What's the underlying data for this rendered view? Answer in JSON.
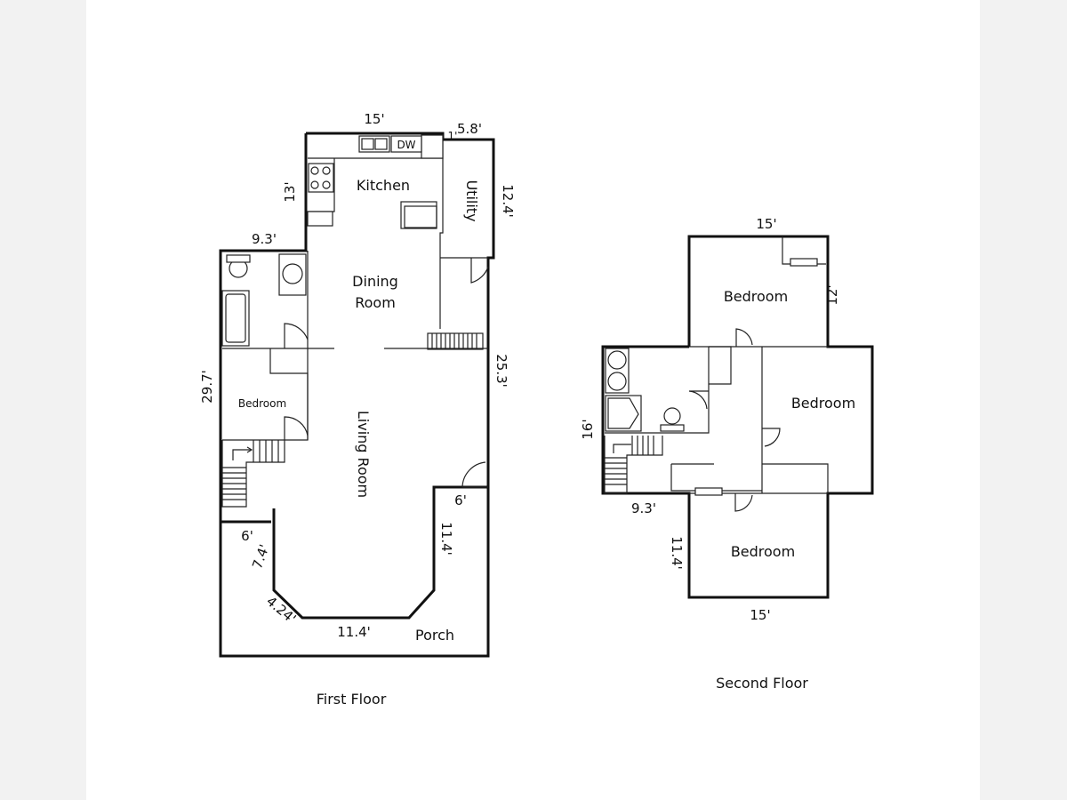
{
  "first_floor": {
    "caption": "First Floor",
    "rooms": {
      "kitchen": "Kitchen",
      "utility": "Utility",
      "dining_line1": "Dining",
      "dining_line2": "Room",
      "bedroom": "Bedroom",
      "living": "Living Room",
      "porch": "Porch",
      "dw": "DW"
    },
    "dims": {
      "top_width": "15'",
      "utility_top": "5.8'",
      "utility_top_small": "1'",
      "kitchen_side": "13'",
      "utility_side": "12.4'",
      "bath_top": "9.3'",
      "left_side": "29.7'",
      "right_side": "25.3'",
      "bay_right_top": "6'",
      "bay_right": "11.4'",
      "bay_left_top": "6'",
      "bay_left": "7.4'",
      "bay_diag": "4.24'",
      "bay_bottom": "11.4'"
    }
  },
  "second_floor": {
    "caption": "Second Floor",
    "rooms": {
      "bedroom_top": "Bedroom",
      "bedroom_right": "Bedroom",
      "bedroom_bottom": "Bedroom"
    },
    "dims": {
      "top_width": "15'",
      "top_side": "12'",
      "left_side": "16'",
      "bath_bottom": "9.3'",
      "bottom_side": "11.4'",
      "bottom_width": "15'"
    }
  }
}
